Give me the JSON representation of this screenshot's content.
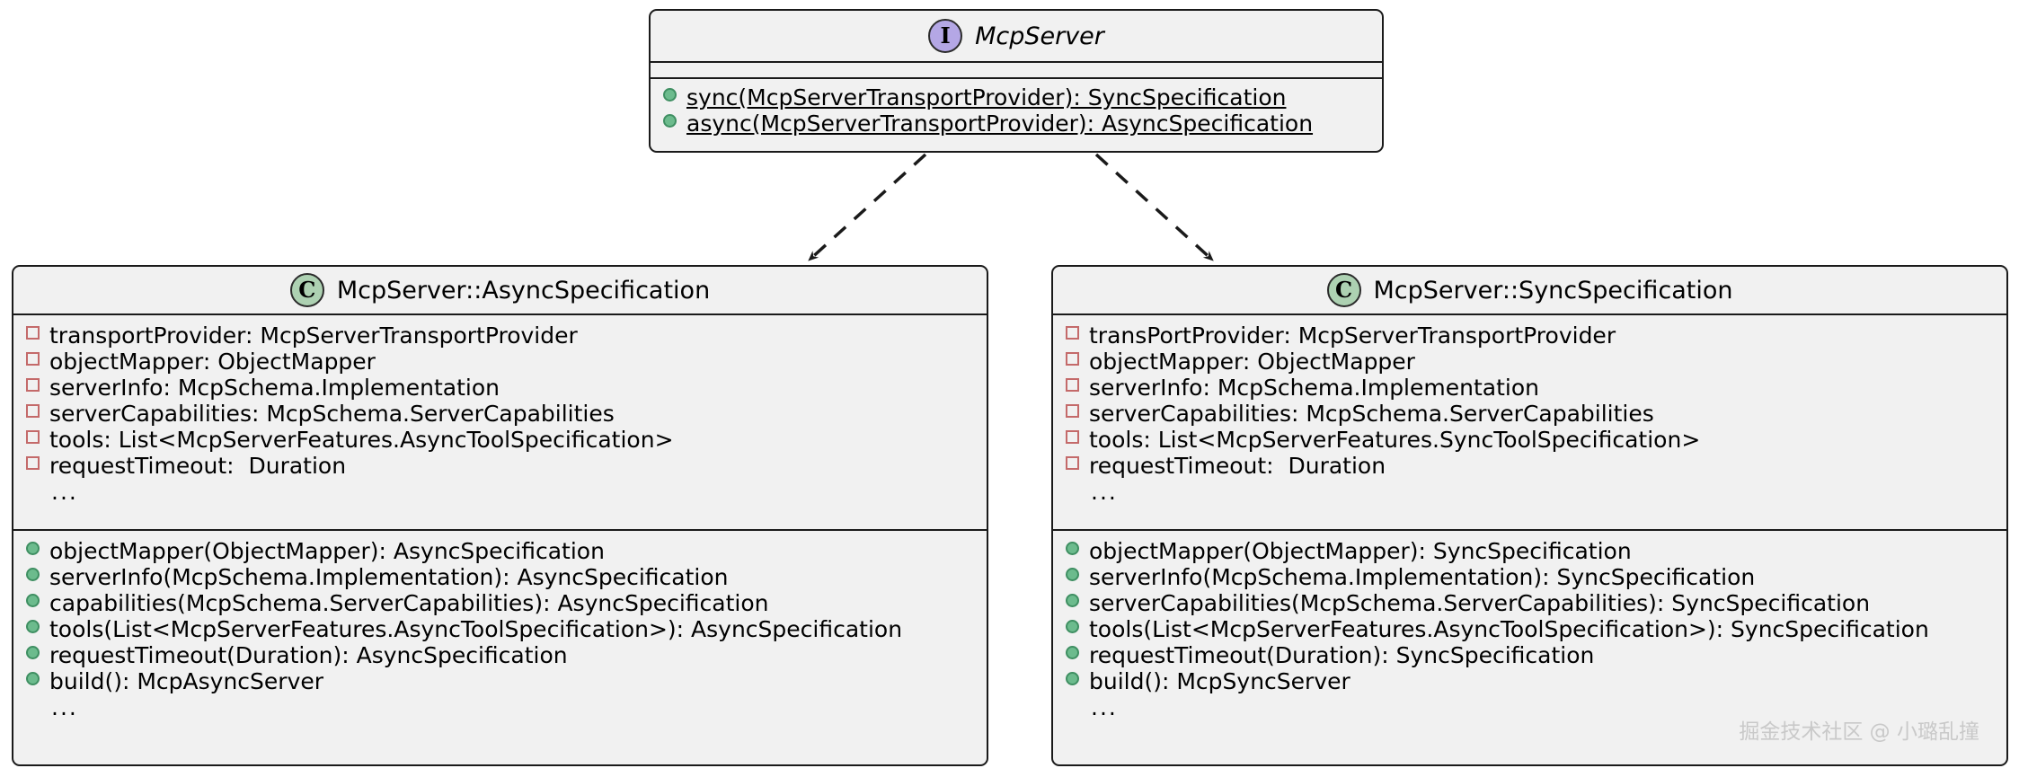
{
  "diagram": {
    "type": "uml-class-diagram",
    "background_color": "#ffffff",
    "box_fill_color": "#f1f1f1",
    "border_color": "#1a1a1a",
    "interface_icon_color": "#b4a7e5",
    "class_icon_color": "#add1b2",
    "private_marker_color": "#c46a6a",
    "public_marker_color": "#6cbb8d"
  },
  "interface": {
    "icon_letter": "I",
    "icon_name": "interface-icon",
    "title": "McpServer",
    "fields": [],
    "methods": [
      {
        "marker": "public",
        "static": true,
        "text": "sync(McpServerTransportProvider): SyncSpecification"
      },
      {
        "marker": "public",
        "static": true,
        "text": "async(McpServerTransportProvider): AsyncSpecification"
      }
    ]
  },
  "async_class": {
    "icon_letter": "C",
    "icon_name": "class-icon",
    "title": "McpServer::AsyncSpecification",
    "fields": [
      {
        "marker": "private",
        "text": "transportProvider: McpServerTransportProvider"
      },
      {
        "marker": "private",
        "text": "objectMapper: ObjectMapper"
      },
      {
        "marker": "private",
        "text": "serverInfo: McpSchema.Implementation"
      },
      {
        "marker": "private",
        "text": "serverCapabilities: McpSchema.ServerCapabilities"
      },
      {
        "marker": "private",
        "text": "tools: List<McpServerFeatures.AsyncToolSpecification>"
      },
      {
        "marker": "private",
        "text": "requestTimeout:  Duration"
      },
      {
        "marker": "none",
        "text": "..."
      }
    ],
    "methods": [
      {
        "marker": "public",
        "text": "objectMapper(ObjectMapper): AsyncSpecification"
      },
      {
        "marker": "public",
        "text": "serverInfo(McpSchema.Implementation): AsyncSpecification"
      },
      {
        "marker": "public",
        "text": "capabilities(McpSchema.ServerCapabilities): AsyncSpecification"
      },
      {
        "marker": "public",
        "text": "tools(List<McpServerFeatures.AsyncToolSpecification>): AsyncSpecification"
      },
      {
        "marker": "public",
        "text": "requestTimeout(Duration): AsyncSpecification"
      },
      {
        "marker": "public",
        "text": "build(): McpAsyncServer"
      },
      {
        "marker": "none",
        "text": "..."
      }
    ]
  },
  "sync_class": {
    "icon_letter": "C",
    "icon_name": "class-icon",
    "title": "McpServer::SyncSpecification",
    "fields": [
      {
        "marker": "private",
        "text": "transPortProvider: McpServerTransportProvider"
      },
      {
        "marker": "private",
        "text": "objectMapper: ObjectMapper"
      },
      {
        "marker": "private",
        "text": "serverInfo: McpSchema.Implementation"
      },
      {
        "marker": "private",
        "text": "serverCapabilities: McpSchema.ServerCapabilities"
      },
      {
        "marker": "private",
        "text": "tools: List<McpServerFeatures.SyncToolSpecification>"
      },
      {
        "marker": "private",
        "text": "requestTimeout:  Duration"
      },
      {
        "marker": "none",
        "text": "..."
      }
    ],
    "methods": [
      {
        "marker": "public",
        "text": "objectMapper(ObjectMapper): SyncSpecification"
      },
      {
        "marker": "public",
        "text": "serverInfo(McpSchema.Implementation): SyncSpecification"
      },
      {
        "marker": "public",
        "text": "serverCapabilities(McpSchema.ServerCapabilities): SyncSpecification"
      },
      {
        "marker": "public",
        "text": "tools(List<McpServerFeatures.AsyncToolSpecification>): SyncSpecification"
      },
      {
        "marker": "public",
        "text": "requestTimeout(Duration): SyncSpecification"
      },
      {
        "marker": "public",
        "text": "build(): McpSyncServer"
      },
      {
        "marker": "none",
        "text": "..."
      }
    ]
  },
  "connectors": [
    {
      "name": "dependency-to-async",
      "style": "dashed",
      "arrow": "solid-open",
      "from": "interface",
      "to": "async_class"
    },
    {
      "name": "dependency-to-sync",
      "style": "dashed",
      "arrow": "solid-open",
      "from": "interface",
      "to": "sync_class"
    }
  ],
  "watermark": {
    "text": "掘金技术社区 @ 小璐乱撞"
  }
}
